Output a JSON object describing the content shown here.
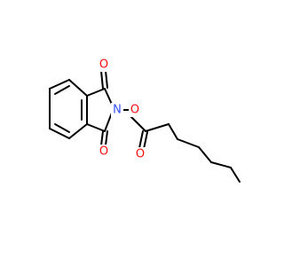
{
  "molecule": {
    "atom_labels": {
      "oxygen_top": "O",
      "oxygen_bottom": "O",
      "nitrogen": "N",
      "oxygen_ester": "O",
      "oxygen_carbonyl": "O"
    },
    "colors": {
      "oxygen": "#ff0d0d",
      "nitrogen": "#3050f8",
      "bond": "#000000",
      "background": "#ffffff"
    }
  }
}
